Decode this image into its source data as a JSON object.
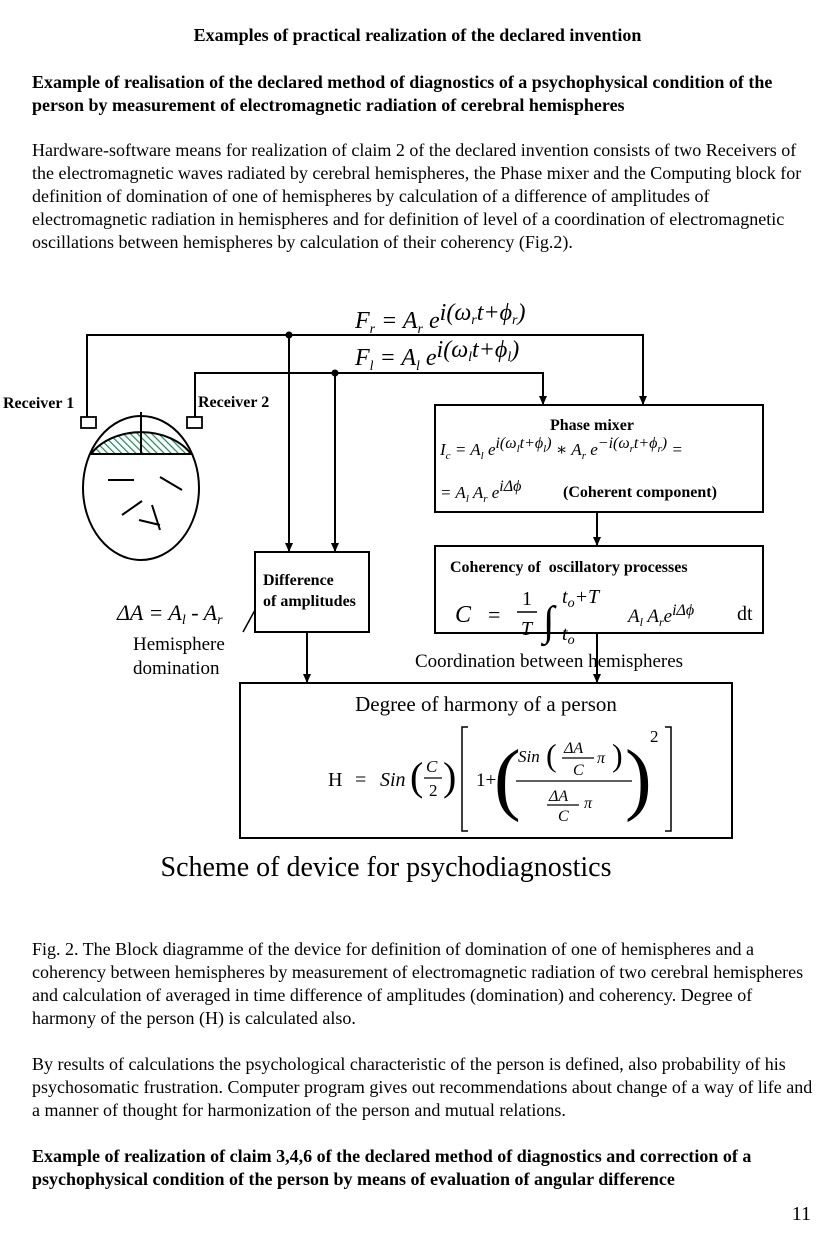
{
  "page_title": "Examples of practical realization of the declared invention",
  "section1_heading": "Example of realisation of the declared method of diagnostics of a psychophysical condition of the person by measurement of electromagnetic radiation of cerebral hemispheres",
  "intro_paragraph": "Hardware-software means for realization of claim 2 of the declared invention consists of two Receivers of the electromagnetic waves radiated by cerebral hemispheres, the Phase mixer and the Computing block for definition of domination of one of hemispheres by calculation of a difference of amplitudes of electromagnetic radiation in hemispheres and for definition of level of a coordination of electromagnetic oscillations between hemispheres by calculation of their coherency (Fig.2).",
  "diagram": {
    "receiver1": "Receiver 1",
    "receiver2": "Receiver 2",
    "phase_mixer": "Phase mixer",
    "coherent_component": "(Coherent component)",
    "difference_line1": "Difference",
    "difference_line2": "of amplitudes",
    "coherency_title": "Coherency of  oscillatory processes",
    "hemisphere_line1": "Hemisphere",
    "hemisphere_line2": "domination",
    "coordination": "Coordination between hemispheres",
    "harmony_title": "Degree of harmony of a person",
    "scheme_caption": "Scheme of device for psychodiagnostics"
  },
  "fig_caption": "Fig. 2. The Block diagramme of the device for definition of domination of one of hemispheres and a coherency between hemispheres by measurement of electromagnetic radiation of two cerebral hemispheres and calculation of averaged in time difference of amplitudes (domination) and coherency. Degree of harmony of the person (H) is calculated also.",
  "results_paragraph": "By results of calculations the psychological characteristic of the person is defined, also probability of his psychosomatic frustration. Computer program gives out recommendations about change of a way of life and a manner of thought for harmonization of the person and mutual relations.",
  "section2_heading": "Example of realization of claim 3,4,6 of the declared method of diagnostics and correction of a psychophysical condition of the person by means of evaluation of angular difference",
  "page_number": "11"
}
